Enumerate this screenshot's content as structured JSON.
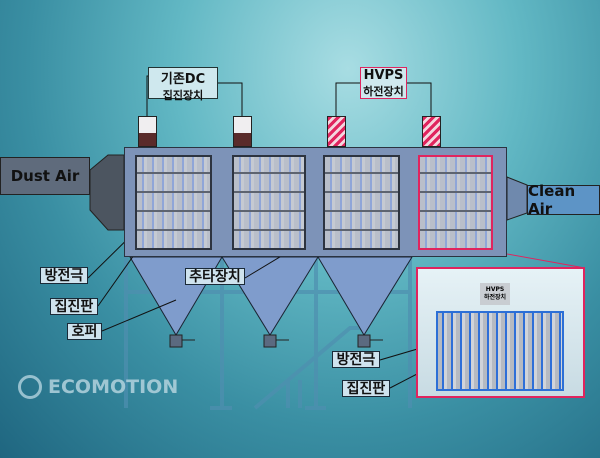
{
  "top_labels": {
    "dc": {
      "line1": "기존DC",
      "line2": "집진장치"
    },
    "hvps": {
      "line1": "HVPS",
      "line2": "하전장치"
    }
  },
  "ducts": {
    "inlet": "Dust Air",
    "outlet": "Clean Air"
  },
  "callouts": {
    "discharge_electrode": "방전극",
    "collecting_plate": "집진판",
    "hopper": "호퍼",
    "rapper": "추타장치"
  },
  "inset": {
    "hvps": "HVPS",
    "hvps_sub": "하전장치",
    "discharge_electrode": "방전극",
    "collecting_plate": "집진판"
  },
  "logo": "ECOMOTION",
  "colors": {
    "accent": "#e0245e",
    "body": "#7d93b8"
  }
}
